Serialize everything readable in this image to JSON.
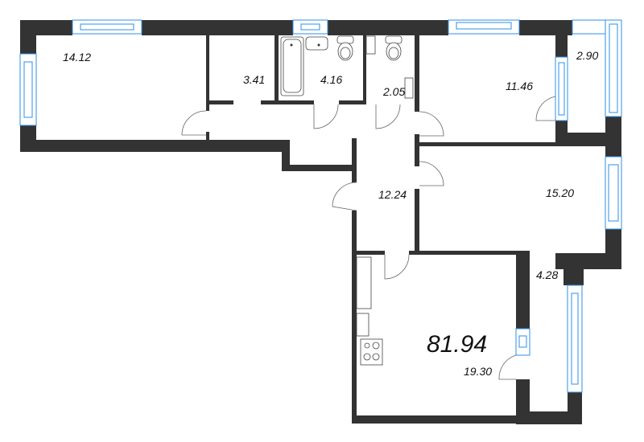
{
  "plan": {
    "total_area": "81.94",
    "rooms": [
      {
        "id": "room-1",
        "area": "14.12"
      },
      {
        "id": "corridor-small",
        "area": "3.41"
      },
      {
        "id": "bathroom",
        "area": "4.16"
      },
      {
        "id": "wc",
        "area": "2.05"
      },
      {
        "id": "room-2",
        "area": "11.46"
      },
      {
        "id": "balcony-1",
        "area": "2.90"
      },
      {
        "id": "hall",
        "area": "12.24"
      },
      {
        "id": "room-3",
        "area": "15.20"
      },
      {
        "id": "balcony-2",
        "area": "4.28"
      },
      {
        "id": "kitchen-living",
        "area": "19.30"
      }
    ],
    "colors": {
      "wall": "#333333",
      "window": "#2d8fe8",
      "door": "#666666"
    }
  }
}
